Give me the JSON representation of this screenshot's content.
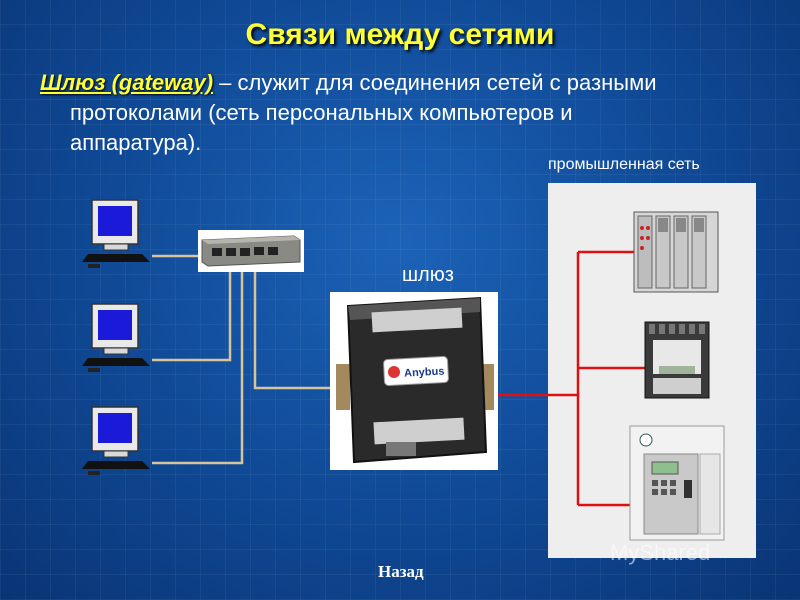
{
  "title": "Связи между сетями",
  "description": {
    "term": "Шлюз (gateway)",
    "line1": " – служит для соединения сетей с разными",
    "line2": "протоколами (сеть персональных компьютеров и",
    "line3": "аппаратура)."
  },
  "labels": {
    "industrial_network": "промышленная сеть",
    "gateway": "шлюз"
  },
  "device_text": {
    "gateway_brand": "Anybus"
  },
  "navigation": {
    "back": "Назад"
  },
  "watermark": "MyShared",
  "colors": {
    "title": "#ffff33",
    "background": "#1155a8",
    "industrial_link": "#e01010",
    "ethernet_link": "#d8c49a"
  },
  "icons": [
    "computer-icon",
    "network-switch-icon",
    "gateway-device-icon",
    "plc-controller-icon",
    "panel-meter-icon",
    "control-unit-icon"
  ]
}
